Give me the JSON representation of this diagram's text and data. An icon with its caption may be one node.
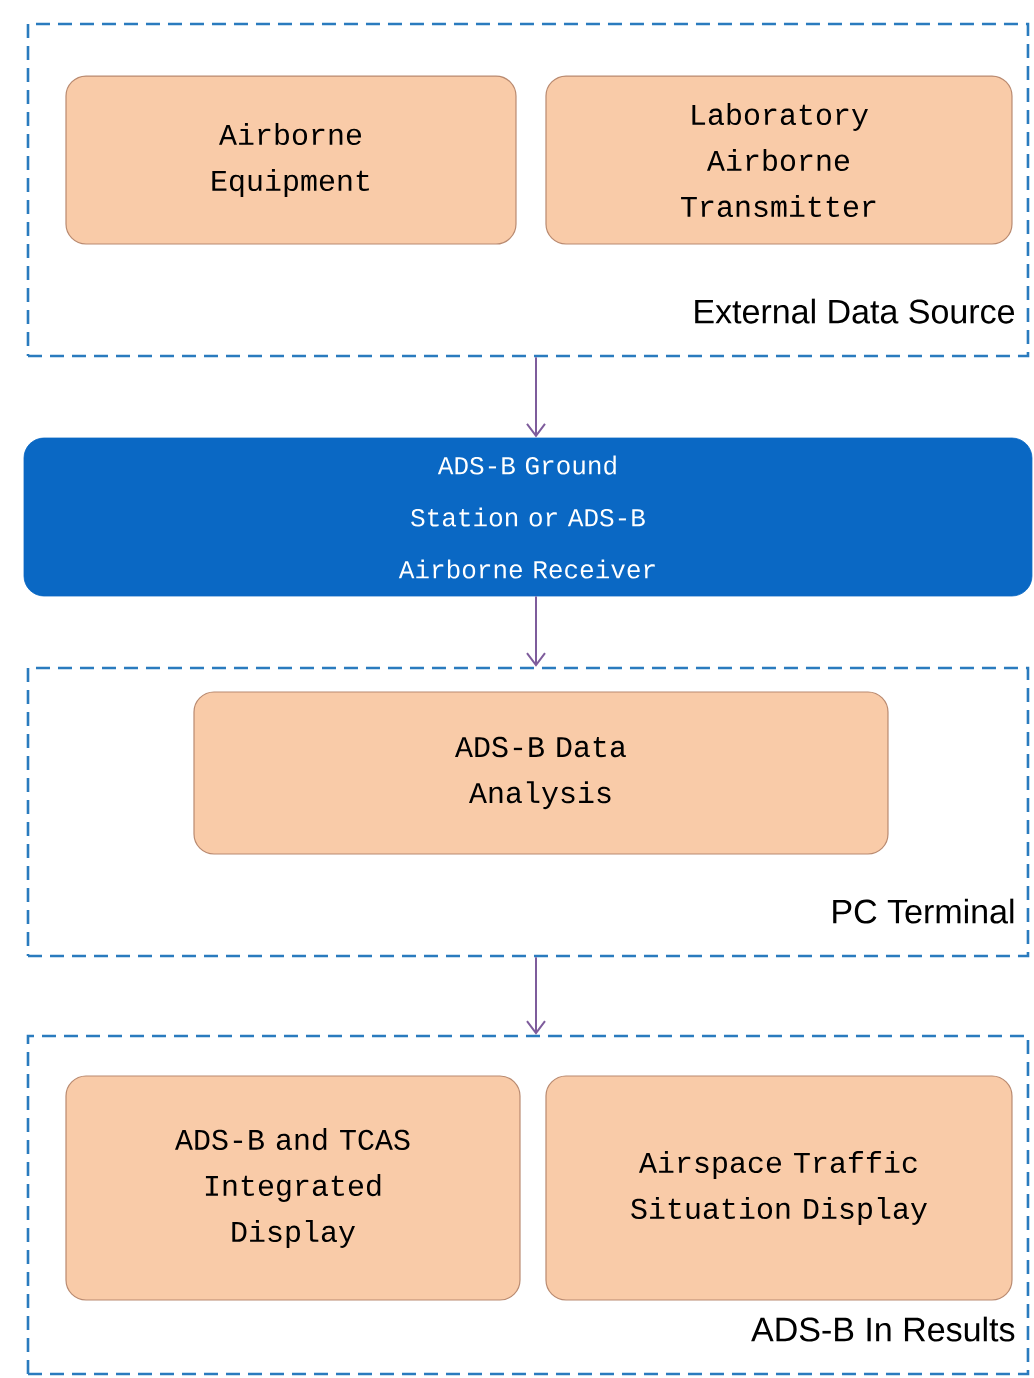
{
  "diagram": {
    "nodes": [
      {
        "text": [
          "External Data Source"
        ]
      },
      {
        "text": [
          "Airborne Equipment"
        ],
        "in": 0
      },
      {
        "text": [
          "Laboratory Airborne Transmitter"
        ],
        "in": 0
      },
      {
        "text": [
          "ADS-B Ground Station or ADS-B Airborne Receiver"
        ]
      },
      {
        "text": [
          "PC Terminal"
        ]
      },
      {
        "text": [
          "ADS-B Data Analysis"
        ],
        "in": 4
      },
      {
        "text": [
          "ADS-B In Results"
        ]
      },
      {
        "text": [
          "ADS-B and TCAS Integrated Display"
        ],
        "in": 6
      },
      {
        "text": [
          "Airspace Traffic Situation Display"
        ],
        "in": 6
      }
    ],
    "edges": [
      {
        "from": 0,
        "to": 3,
        "arrow": "to"
      },
      {
        "from": 3,
        "to": 4,
        "arrow": "to"
      },
      {
        "from": 4,
        "to": 6,
        "arrow": "to"
      }
    ]
  }
}
